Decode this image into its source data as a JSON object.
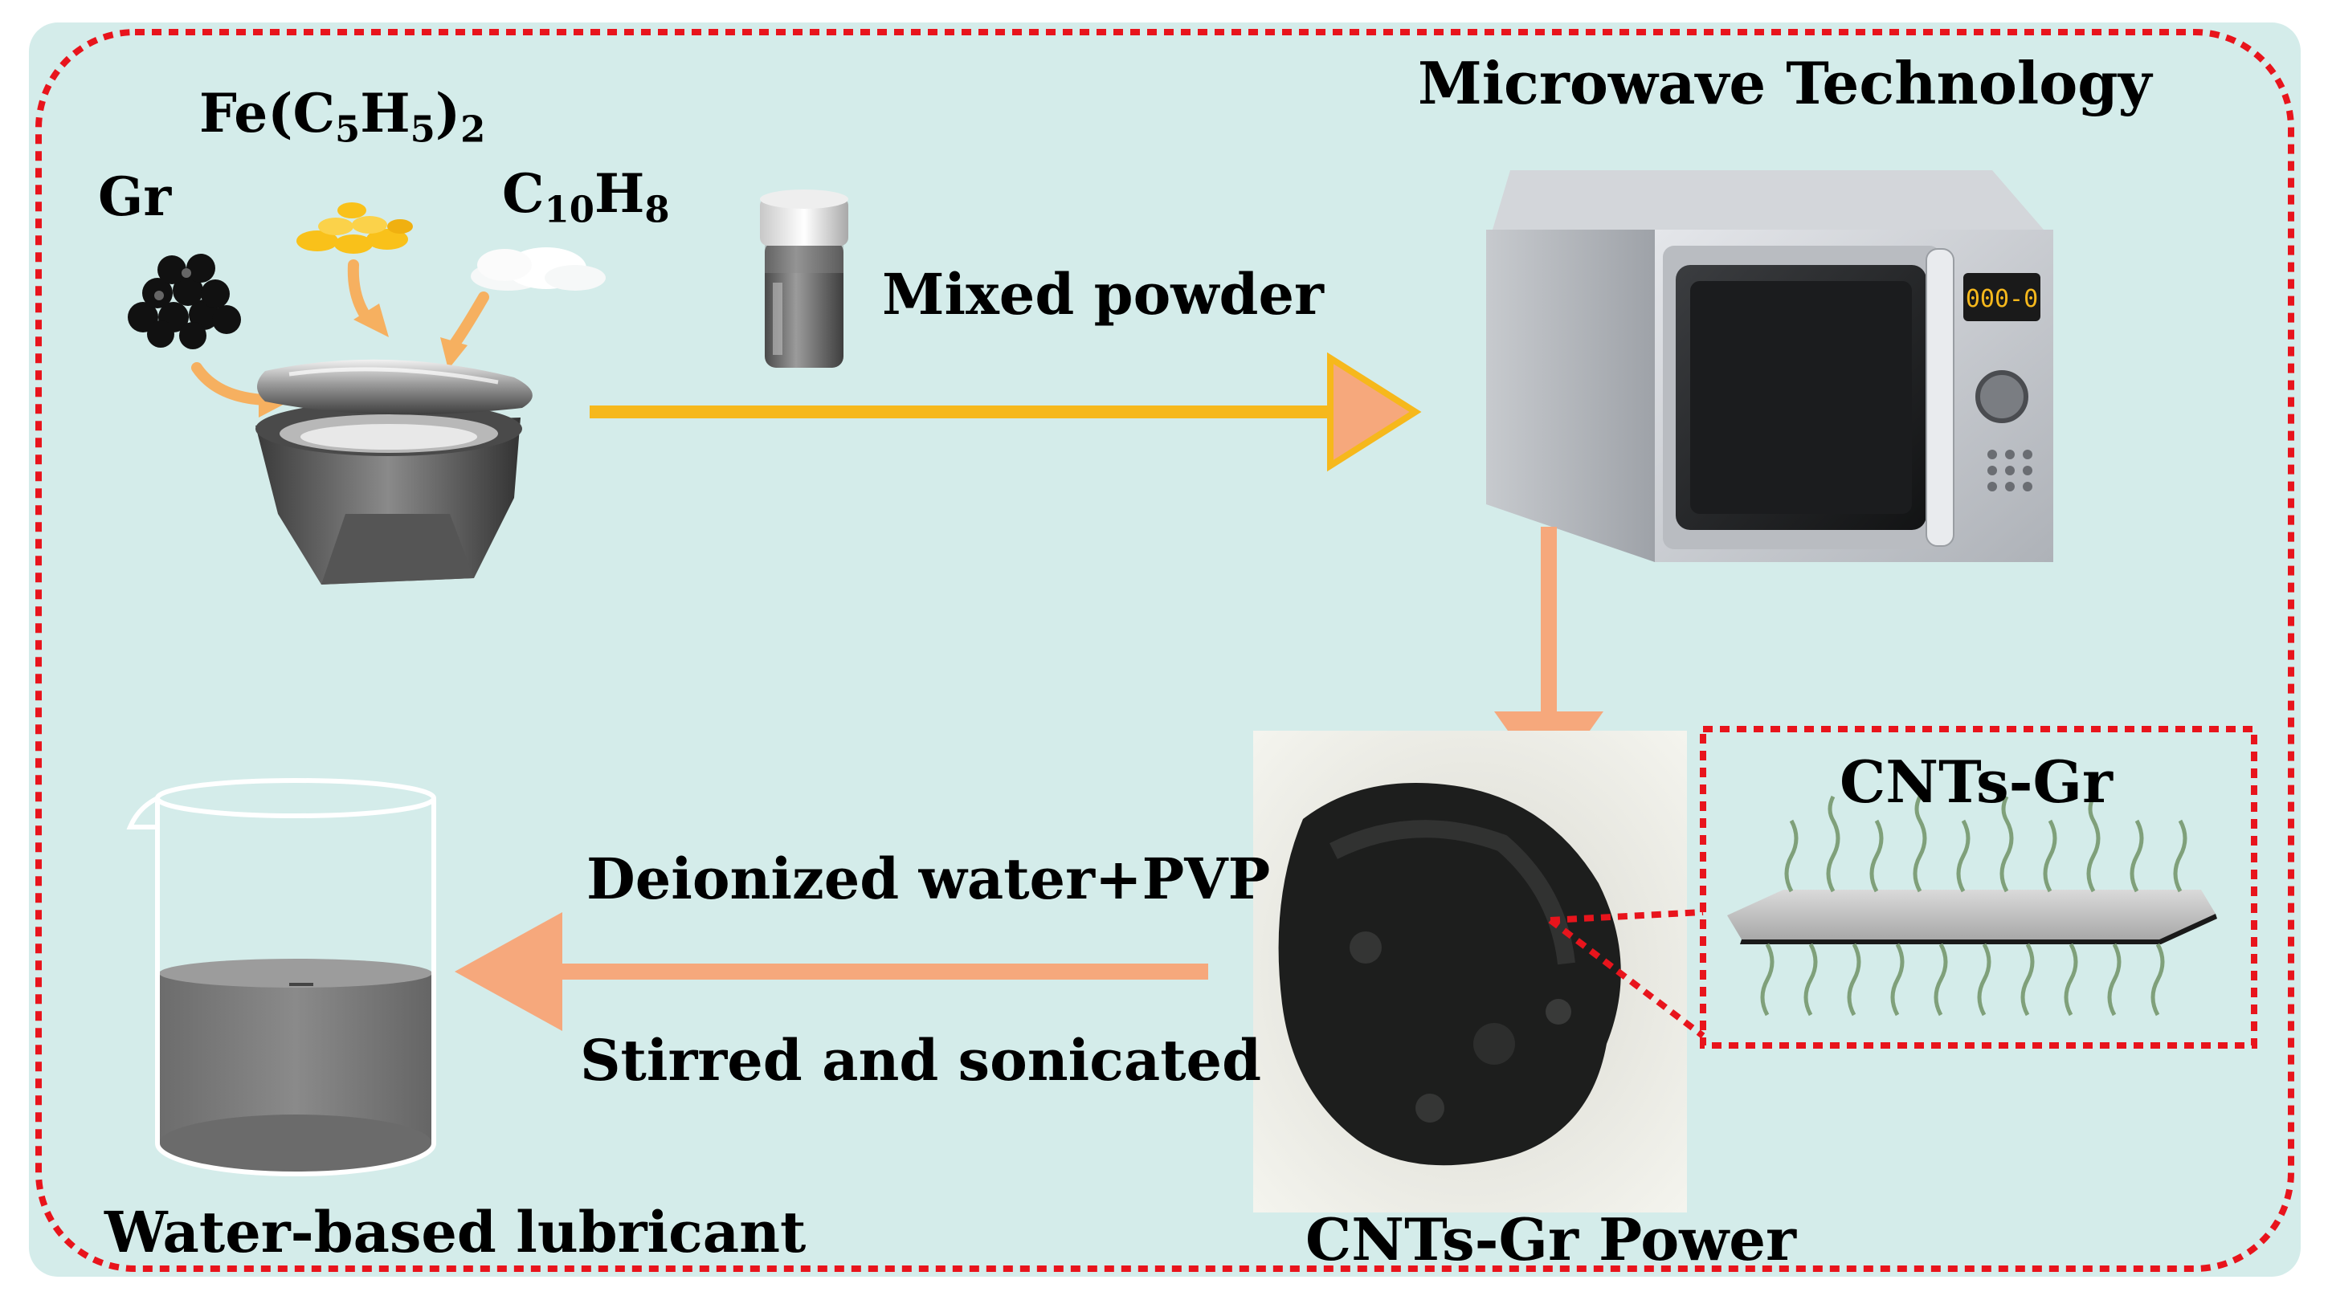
{
  "labels": {
    "gr": "Gr",
    "ferrocene_base": "Fe(C",
    "ferrocene_sub1": "5",
    "ferrocene_mid": "H",
    "ferrocene_sub2": "5",
    "ferrocene_close": ")",
    "ferrocene_sub3": "2",
    "naphthalene_c": "C",
    "naphthalene_sub1": "10",
    "naphthalene_h": "H",
    "naphthalene_sub2": "8",
    "mixed_powder": "Mixed powder",
    "microwave": "Microwave Technology",
    "microwave_display": "000-0",
    "cnts_gr": "CNTs-Gr",
    "cnts_gr_power": "CNTs-Gr Power",
    "deionized": "Deionized water+PVP",
    "stirred": "Stirred and sonicated",
    "water_lubricant": "Water-based lubricant"
  },
  "colors": {
    "background": "#d4ecea",
    "dashed_border": "#e8141c",
    "arrow_yellow": "#f6b81c",
    "arrow_salmon": "#f6a87c",
    "ferrocene_granules": "#f9c11a",
    "liquid": "#7b7b7b"
  }
}
